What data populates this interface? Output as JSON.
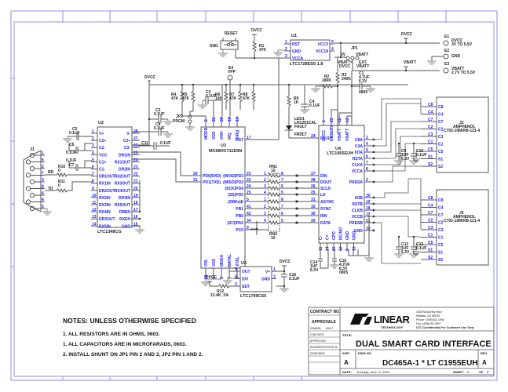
{
  "title_block": {
    "contract_no_label": "CONTRACT NO.",
    "approvals_label": "APPROVALS",
    "drawn_label": "DRAWN:",
    "drawn_value": "KIM T.",
    "checked_label": "CHECKED:",
    "approved_label": "APPROVED:",
    "engineer_label": "ENGINEER:",
    "engineer_value": "STEVE M.",
    "designer_label": "DESIGNER:",
    "company_name": "LINEAR",
    "company_sub": "TECHNOLOGY",
    "address_lines": [
      "1630 McCarthy Blvd.",
      "Milpitas, CA 95035",
      "Phone: (408)432-1900",
      "Fax: (408)434-0507",
      "LTC Confidential-For Customer Use Only"
    ],
    "title_label": "TITLE:",
    "title": "DUAL SMART CARD INTERFACE",
    "size_label": "SIZE",
    "size": "A",
    "dwg_label": "DWG NO.",
    "dwg_no": "DC465A-1 * LT C1955EUH",
    "rev_label": "REV",
    "rev": "A",
    "date_label": "DATE:",
    "date": "Tuesday, June 11, 2002",
    "sheet_label": "SHEET",
    "sheet": "1",
    "of_label": "OF",
    "of": "1"
  },
  "notes": {
    "heading": "NOTES:  UNLESS OTHERWISE SPECIFIED",
    "items": [
      "1.  ALL RESISTORS ARE IN OHMS, 0603.",
      "1.  ALL CAPACITORS ARE IN MICROFARADS, 0603.",
      "2.  INSTALL SHUNT ON JP1 PIN 2 AND 3, JP2 PIN 1 AND 2."
    ]
  },
  "components": {
    "u1": {
      "ref": "U1",
      "part": "LTC1728ES5-1.8",
      "pins_left": [
        [
          "1",
          "RST"
        ],
        [
          "2",
          "GND"
        ],
        [
          "3",
          "VCCA"
        ]
      ],
      "pins_right": [
        [
          "5",
          "VCC3"
        ],
        [
          "4",
          "VCC18"
        ]
      ]
    },
    "u2": {
      "ref": "U2",
      "part": "LTC1348CG",
      "pins_left": [
        [
          "1",
          "V+"
        ],
        [
          "2",
          "C2+"
        ],
        [
          "3",
          "C2-"
        ],
        [
          "4",
          "VCC"
        ],
        [
          "5",
          "C1+"
        ],
        [
          "6",
          "C1-"
        ],
        [
          "7",
          "DR1OUT"
        ],
        [
          "8",
          "RX1IN"
        ],
        [
          "9",
          "DR2OUT"
        ],
        [
          "10",
          "RX2IN"
        ],
        [
          "11",
          "RX3IN"
        ],
        [
          "12",
          "RX4IN"
        ],
        [
          "13",
          "DR3OUT"
        ],
        [
          "14",
          "RX5IN"
        ]
      ],
      "pins_right": [
        [
          "28",
          "V-"
        ],
        [
          "27",
          "C3+"
        ],
        [
          "26",
          "C3-"
        ],
        [
          "25",
          "DR1IN"
        ],
        [
          "24",
          "RX1OUT"
        ],
        [
          "23",
          "DR2IN"
        ],
        [
          "22",
          "RX2OUT"
        ],
        [
          "21",
          "RX3OUT"
        ],
        [
          "20",
          "RX4OUT"
        ],
        [
          "19",
          "DR3IN"
        ],
        [
          "18",
          "RX5OUT"
        ],
        [
          "17",
          "DREN"
        ],
        [
          "16",
          "RXEN"
        ],
        [
          "15",
          "GND"
        ]
      ]
    },
    "u3": {
      "ref": "U3",
      "part": "MC68HC711E9N",
      "pins_top": [
        [
          "2",
          "MODB"
        ],
        [
          "26",
          "VDD"
        ],
        [
          "28",
          "VRH"
        ],
        [
          "18",
          "IRQ"
        ],
        [
          "19",
          "XIRQ"
        ]
      ],
      "pins_left": [
        [
          "20",
          "PD0(RXD)"
        ],
        [
          "21",
          "PD1(TXD)"
        ]
      ],
      "pins_right": [
        [
          "17",
          "RST"
        ],
        [
          "23",
          "(MOSI)PD3"
        ],
        [
          "22",
          "(MISO)PD2"
        ],
        [
          "24",
          "(SCK)PD4"
        ],
        [
          "25",
          "(SS)PD5"
        ],
        [
          "5",
          "(2MHz)E"
        ],
        [
          "41",
          "PB1"
        ],
        [
          "42",
          "PB0"
        ],
        [
          "34",
          "(IC3)PA0"
        ],
        [
          "9",
          "PC0"
        ]
      ],
      "pins_bottom": [
        [
          "50",
          "VRL"
        ],
        [
          "1",
          "VSS"
        ],
        [
          "3",
          "MODA"
        ],
        [
          "7",
          "EXTAL"
        ],
        [
          "8",
          "XTAL"
        ]
      ]
    },
    "u4": {
      "ref": "U4",
      "part": "LTC1955EUH",
      "pins_top": [
        [
          "1",
          "DVCC"
        ],
        [
          "23",
          "UNSERV"
        ],
        [
          "12",
          "VBATT"
        ],
        [
          "13",
          "VBATT"
        ]
      ],
      "pins_left": [
        [
          "24",
          "FAULT"
        ],
        [
          "27",
          "DIN"
        ],
        [
          "28",
          "DOUT"
        ],
        [
          "26",
          "SCLK"
        ],
        [
          "25",
          "LD"
        ],
        [
          "31",
          "ASYNC"
        ],
        [
          "32",
          "SYNC"
        ],
        [
          "30",
          "RIN"
        ],
        [
          "29",
          "DATA"
        ]
      ],
      "pins_right": [
        [
          "3",
          "C8A"
        ],
        [
          "4",
          "C4A"
        ],
        [
          "5",
          "I/OA"
        ],
        [
          "6",
          "RSTA"
        ],
        [
          "7",
          "CLKA"
        ],
        [
          "8",
          "VCCA"
        ],
        [
          "2",
          "PRESA"
        ],
        [
          "20",
          "I/OB"
        ],
        [
          "19",
          "RSTB"
        ],
        [
          "18",
          "CLKB"
        ],
        [
          "17",
          "VCCB"
        ],
        [
          "21",
          "PRESB"
        ],
        [
          "33",
          "GND"
        ]
      ],
      "pins_bottom": [
        [
          "11",
          "C-"
        ],
        [
          "14",
          "C+"
        ],
        [
          "15",
          "CPO"
        ],
        [
          "22",
          "NC/NO"
        ],
        [
          "9",
          "GND"
        ],
        [
          "10",
          "GND"
        ]
      ]
    },
    "u5": {
      "ref": "U5",
      "part": "LTC1799CS5",
      "pins_left": [
        [
          "5",
          "OUT"
        ],
        [
          "4",
          "DIV"
        ],
        [
          "3",
          "SET"
        ]
      ],
      "pins_right": [
        [
          "1",
          "V+"
        ],
        [
          "2",
          "GND"
        ]
      ]
    },
    "j1": {
      "ref": "J1",
      "pins": [
        "1",
        "6",
        "2",
        "7",
        "3",
        "8",
        "4",
        "9",
        "5"
      ]
    },
    "j2": {
      "ref": "J2",
      "part": "AMPHENOL",
      "part2": "C702-10M008-121-4",
      "pins": [
        [
          "C8",
          "C8"
        ],
        [
          "C4",
          "C4"
        ],
        [
          "C7",
          "C7"
        ],
        [
          "C2",
          "C2"
        ],
        [
          "C3",
          "C3"
        ],
        [
          "C1",
          "C1"
        ],
        [
          "C5",
          "C5"
        ],
        [
          "S1",
          "S1"
        ],
        [
          "S2",
          "S2"
        ]
      ]
    },
    "j3": {
      "ref": "J3",
      "part": "AMPHENOL",
      "part2": "C702-10M008-121-4",
      "pins": [
        [
          "C8",
          "C8"
        ],
        [
          "C4",
          "C4"
        ],
        [
          "C7",
          "C7"
        ],
        [
          "C2",
          "C2"
        ],
        [
          "C3",
          "C3"
        ],
        [
          "C1",
          "C1"
        ],
        [
          "C5",
          "C5"
        ],
        [
          "S1",
          "S1"
        ],
        [
          "S2",
          "S2"
        ]
      ]
    },
    "rn1": {
      "ref": "RN1",
      "value": "10"
    },
    "rn2": {
      "ref": "RN2",
      "value": "10"
    },
    "sw1": {
      "ref": "SW1",
      "label": "RESET"
    },
    "jp1": {
      "ref": "JP1",
      "l1": "5V",
      "l2": "VBATT",
      "sub1": "VBATT=",
      "sub2": "DVCC",
      "sub3": "EXT.",
      "sub4": "VBATT"
    },
    "jp2": {
      "ref": "JP2",
      "label": "PRGM"
    },
    "led1": {
      "ref": "LED1",
      "part": "LN1261CAL",
      "label": "FAULT"
    },
    "e1": {
      "ref": "E1",
      "l1": "DVCC",
      "l2": "3V TO 5.5V"
    },
    "e2": {
      "ref": "E2",
      "l1": "GND"
    },
    "e3": {
      "ref": "E3",
      "l1": "VBATT",
      "l2": "2.7V TO 5.5V"
    },
    "e4": {
      "ref": "E4",
      "l1": "VPP"
    },
    "resistors": {
      "r1": [
        "R1",
        "47K"
      ],
      "r2": [
        "R2",
        "180K"
      ],
      "r3": [
        "R3",
        "240K"
      ],
      "r4": [
        "R4",
        "47K"
      ],
      "r5": [
        "R5",
        "47K"
      ],
      "r6": [
        "R6",
        "100"
      ],
      "r7": [
        "R7",
        "47K"
      ],
      "r8": [
        "R8",
        "47K"
      ],
      "r9": [
        "R9",
        "1K"
      ],
      "r10": [
        "R10",
        "0"
      ],
      "r11": [
        "R11",
        "0"
      ],
      "r12": [
        "R12",
        "12.4K, 1%"
      ]
    },
    "capacitors": {
      "c1": [
        "C1",
        "4.7UF",
        "6.3V",
        "0805"
      ],
      "c2": [
        "C2",
        "0.1UF"
      ],
      "c3": [
        "C3",
        "0.1UF"
      ],
      "c4": [
        "C4",
        "0.1UF"
      ],
      "c5": [
        "C5",
        "0.1UF"
      ],
      "c6": [
        "C6",
        "0.1UF"
      ],
      "c7": [
        "C7",
        "0.1UF"
      ],
      "c8": [
        "C8",
        "0.1UF"
      ],
      "c9": [
        "C9",
        "1UF",
        "6.3V"
      ],
      "c10": [
        "C10",
        "0.1UF"
      ],
      "c11": [
        "C11",
        "0.1UF"
      ],
      "c12": [
        "C12",
        "1UF",
        "6.3V"
      ],
      "c13": [
        "C13",
        "0.1UF"
      ],
      "c14": [
        "C14",
        "1UF",
        "6.3V"
      ],
      "c15": [
        "C15",
        "4.7UF",
        "6.3V",
        "0805"
      ],
      "c16": [
        "C16",
        "0.1UF"
      ]
    },
    "nets": {
      "dvcc": "DVCC",
      "vbatt": "VBATT",
      "rd": "RD",
      "td": "TD",
      "fault": "FAULT"
    }
  }
}
